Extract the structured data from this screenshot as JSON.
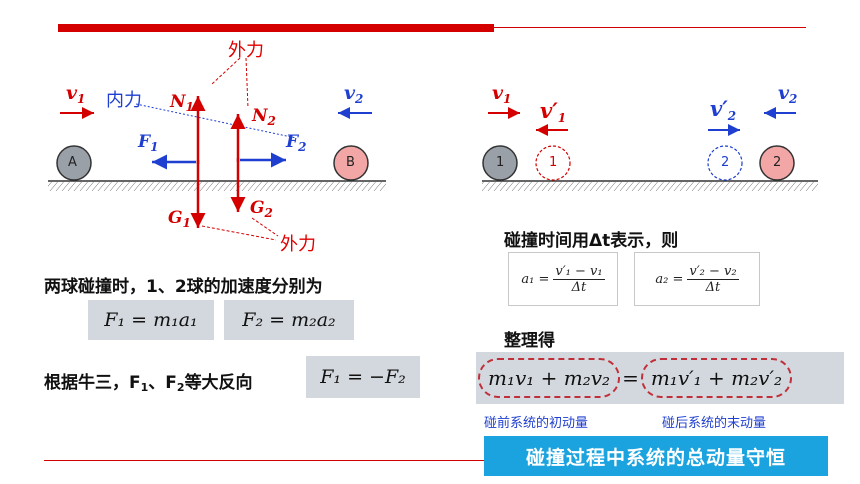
{
  "left": {
    "labels": {
      "waili_top": "外力",
      "waili_bottom": "外力",
      "neili": "内力",
      "v1": "v",
      "v1_sub": "1",
      "v2": "v",
      "v2_sub": "2",
      "N1": "N",
      "N1_sub": "1",
      "N2": "N",
      "N2_sub": "2",
      "F1": "F",
      "F1_sub": "1",
      "F2": "F",
      "F2_sub": "2",
      "G1": "G",
      "G1_sub": "1",
      "G2": "G",
      "G2_sub": "2",
      "ball_a": "A",
      "ball_b": "B"
    },
    "accel_heading": "两球碰撞时，1、2球的加速度分别为",
    "eq1": "F₁ = m₁a₁",
    "eq2": "F₂ = m₂a₂",
    "newton_heading_pre": "根据牛三，F",
    "newton_sub1": "1",
    "newton_heading_mid": "、F",
    "newton_sub2": "2",
    "newton_heading_post": "等大反向",
    "eq3": "F₁ = −F₂"
  },
  "right": {
    "labels": {
      "v1": "v",
      "v1_sub": "1",
      "v1p": "v′",
      "v1p_sub": "1",
      "v2": "v",
      "v2_sub": "2",
      "v2p": "v′",
      "v2p_sub": "2",
      "ball1": "1",
      "ball1_ghost": "1",
      "ball2": "2",
      "ball2_ghost": "2"
    },
    "time_heading": "碰撞时间用Δt表示，则",
    "a1_lhs": "a₁ =",
    "a1_num": "v′₁ − v₁",
    "a1_den": "Δt",
    "a2_lhs": "a₂ =",
    "a2_num": "v′₂ − v₂",
    "a2_den": "Δt",
    "organize_heading": "整理得",
    "momentum_lhs": "m₁v₁ + m₂v₂",
    "equals": "=",
    "momentum_rhs": "m₁v′₁ + m₂v′₂",
    "caption_before": "碰前系统的初动量",
    "caption_after": "碰后系统的末动量",
    "conclusion": "碰撞过程中系统的总动量守恒"
  },
  "colors": {
    "red": "#d40000",
    "blue": "#1f3fd0",
    "banner": "#1aa3df",
    "box_gray": "#d3d8de"
  }
}
